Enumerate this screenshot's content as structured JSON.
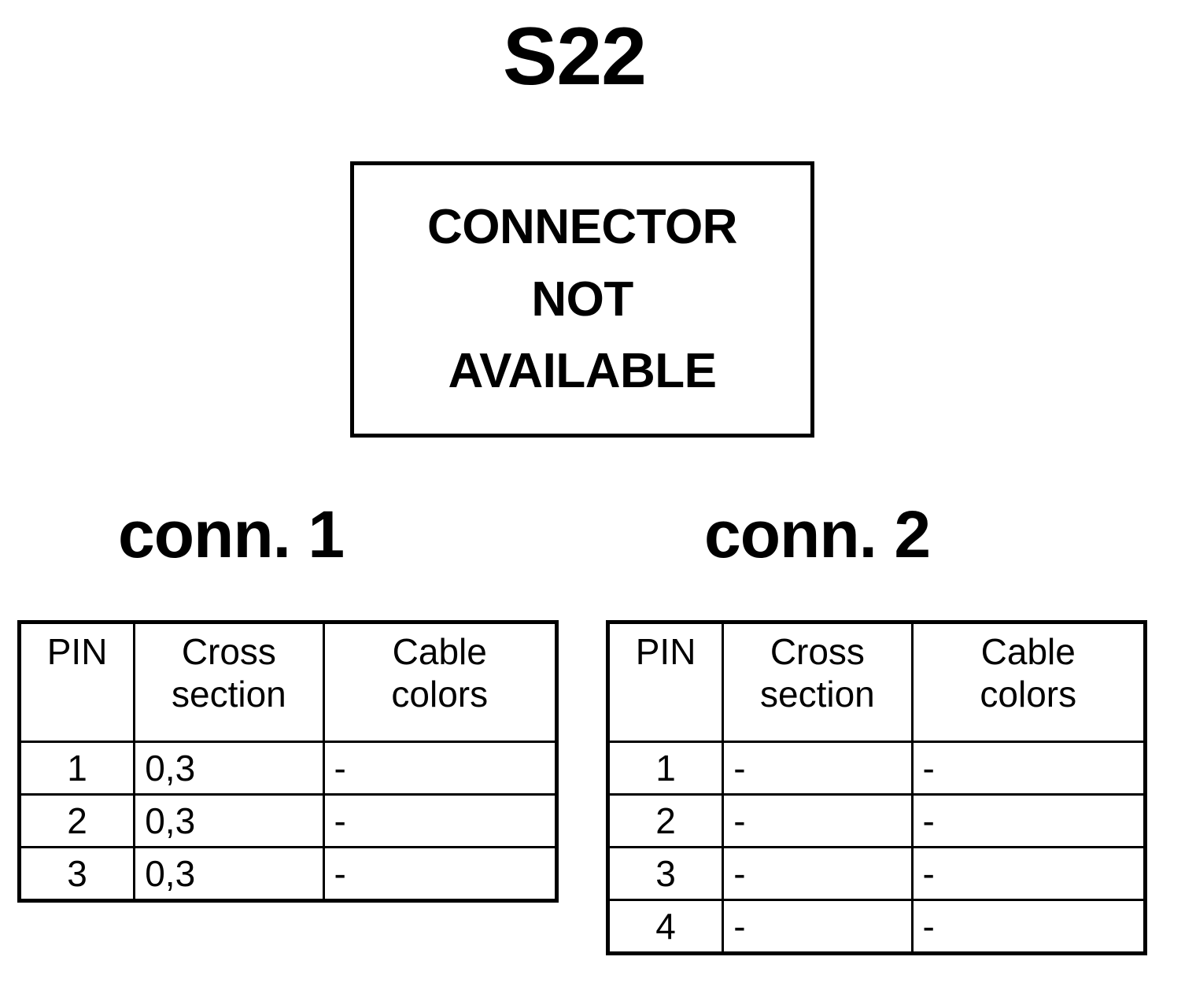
{
  "title": "S22",
  "connector_box": {
    "lines": [
      "CONNECTOR",
      "NOT",
      "AVAILABLE"
    ]
  },
  "connectors": [
    {
      "heading": "conn. 1",
      "columns": [
        "PIN",
        "Cross section",
        "Cable colors"
      ],
      "column_lines": {
        "pin": "PIN",
        "cross_1": "Cross",
        "cross_2": "section",
        "cable_1": "Cable",
        "cable_2": "colors"
      },
      "rows": [
        {
          "pin": "1",
          "cross_section": "0,3",
          "cable_colors": "-"
        },
        {
          "pin": "2",
          "cross_section": "0,3",
          "cable_colors": "-"
        },
        {
          "pin": "3",
          "cross_section": "0,3",
          "cable_colors": "-"
        }
      ]
    },
    {
      "heading": "conn. 2",
      "columns": [
        "PIN",
        "Cross section",
        "Cable colors"
      ],
      "column_lines": {
        "pin": "PIN",
        "cross_1": "Cross",
        "cross_2": "section",
        "cable_1": "Cable",
        "cable_2": "colors"
      },
      "rows": [
        {
          "pin": "1",
          "cross_section": "-",
          "cable_colors": "-"
        },
        {
          "pin": "2",
          "cross_section": "-",
          "cable_colors": "-"
        },
        {
          "pin": "3",
          "cross_section": "-",
          "cable_colors": "-"
        },
        {
          "pin": "4",
          "cross_section": "-",
          "cable_colors": "-"
        }
      ]
    }
  ],
  "colors": {
    "background": "#ffffff",
    "foreground": "#000000",
    "border": "#000000"
  }
}
